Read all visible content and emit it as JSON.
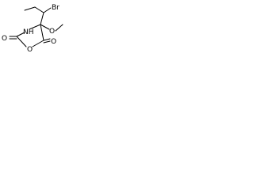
{
  "molecule": {
    "atoms": {
      "bromine": "Br",
      "methoxy_oxygen": "O",
      "ring_nh": "NH",
      "ring_oxygen": "O",
      "carbonyl_oxygen_left": "O",
      "carbonyl_oxygen_right": "O"
    },
    "colors": {
      "bond": "#000000",
      "text": "#000000",
      "background": "#ffffff"
    }
  }
}
